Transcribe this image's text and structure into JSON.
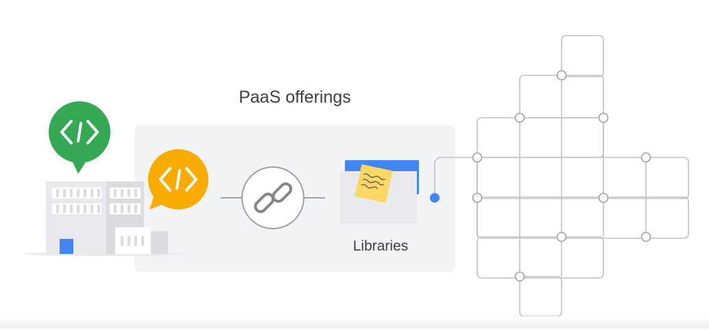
{
  "diagram": {
    "group_title": "PaaS offerings",
    "libraries_label": "Libraries",
    "elements": {
      "app_bubble": "code-brackets-icon",
      "service_bubble": "code-brackets-icon",
      "link": "link-icon",
      "folder": "folder-icon",
      "building": "building-icon",
      "network": "network-grid"
    },
    "colors": {
      "green": "#34a853",
      "yellow": "#f9ab00",
      "blue": "#4285f4",
      "panel": "#f1f3f4",
      "line": "#9aa0a6"
    }
  }
}
